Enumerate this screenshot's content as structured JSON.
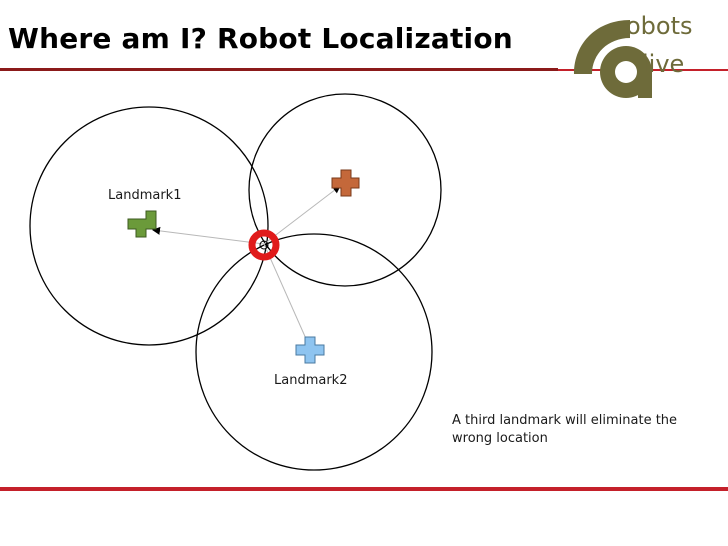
{
  "slide": {
    "title": "Where am I? Robot Localization"
  },
  "logo": {
    "icon": "robots-live-logo",
    "text_top": "obots",
    "text_bottom": "live",
    "color": "#6e6b3a"
  },
  "diagram": {
    "landmarks": [
      {
        "id": "landmark1",
        "label": "Landmark1",
        "color": "#6b9a3a",
        "icon": "plus-marker-icon"
      },
      {
        "id": "landmark-unlabeled",
        "label": "",
        "color": "#c4683a",
        "icon": "plus-marker-icon"
      },
      {
        "id": "landmark2",
        "label": "Landmark2",
        "color": "#8ec4f0",
        "icon": "plus-marker-icon"
      }
    ],
    "robot_marker_color": "#e01b1b",
    "note": "A third landmark will eliminate the wrong location"
  },
  "colors": {
    "title_rule_dark": "#8b1a1a",
    "accent_red": "#c4202a"
  }
}
